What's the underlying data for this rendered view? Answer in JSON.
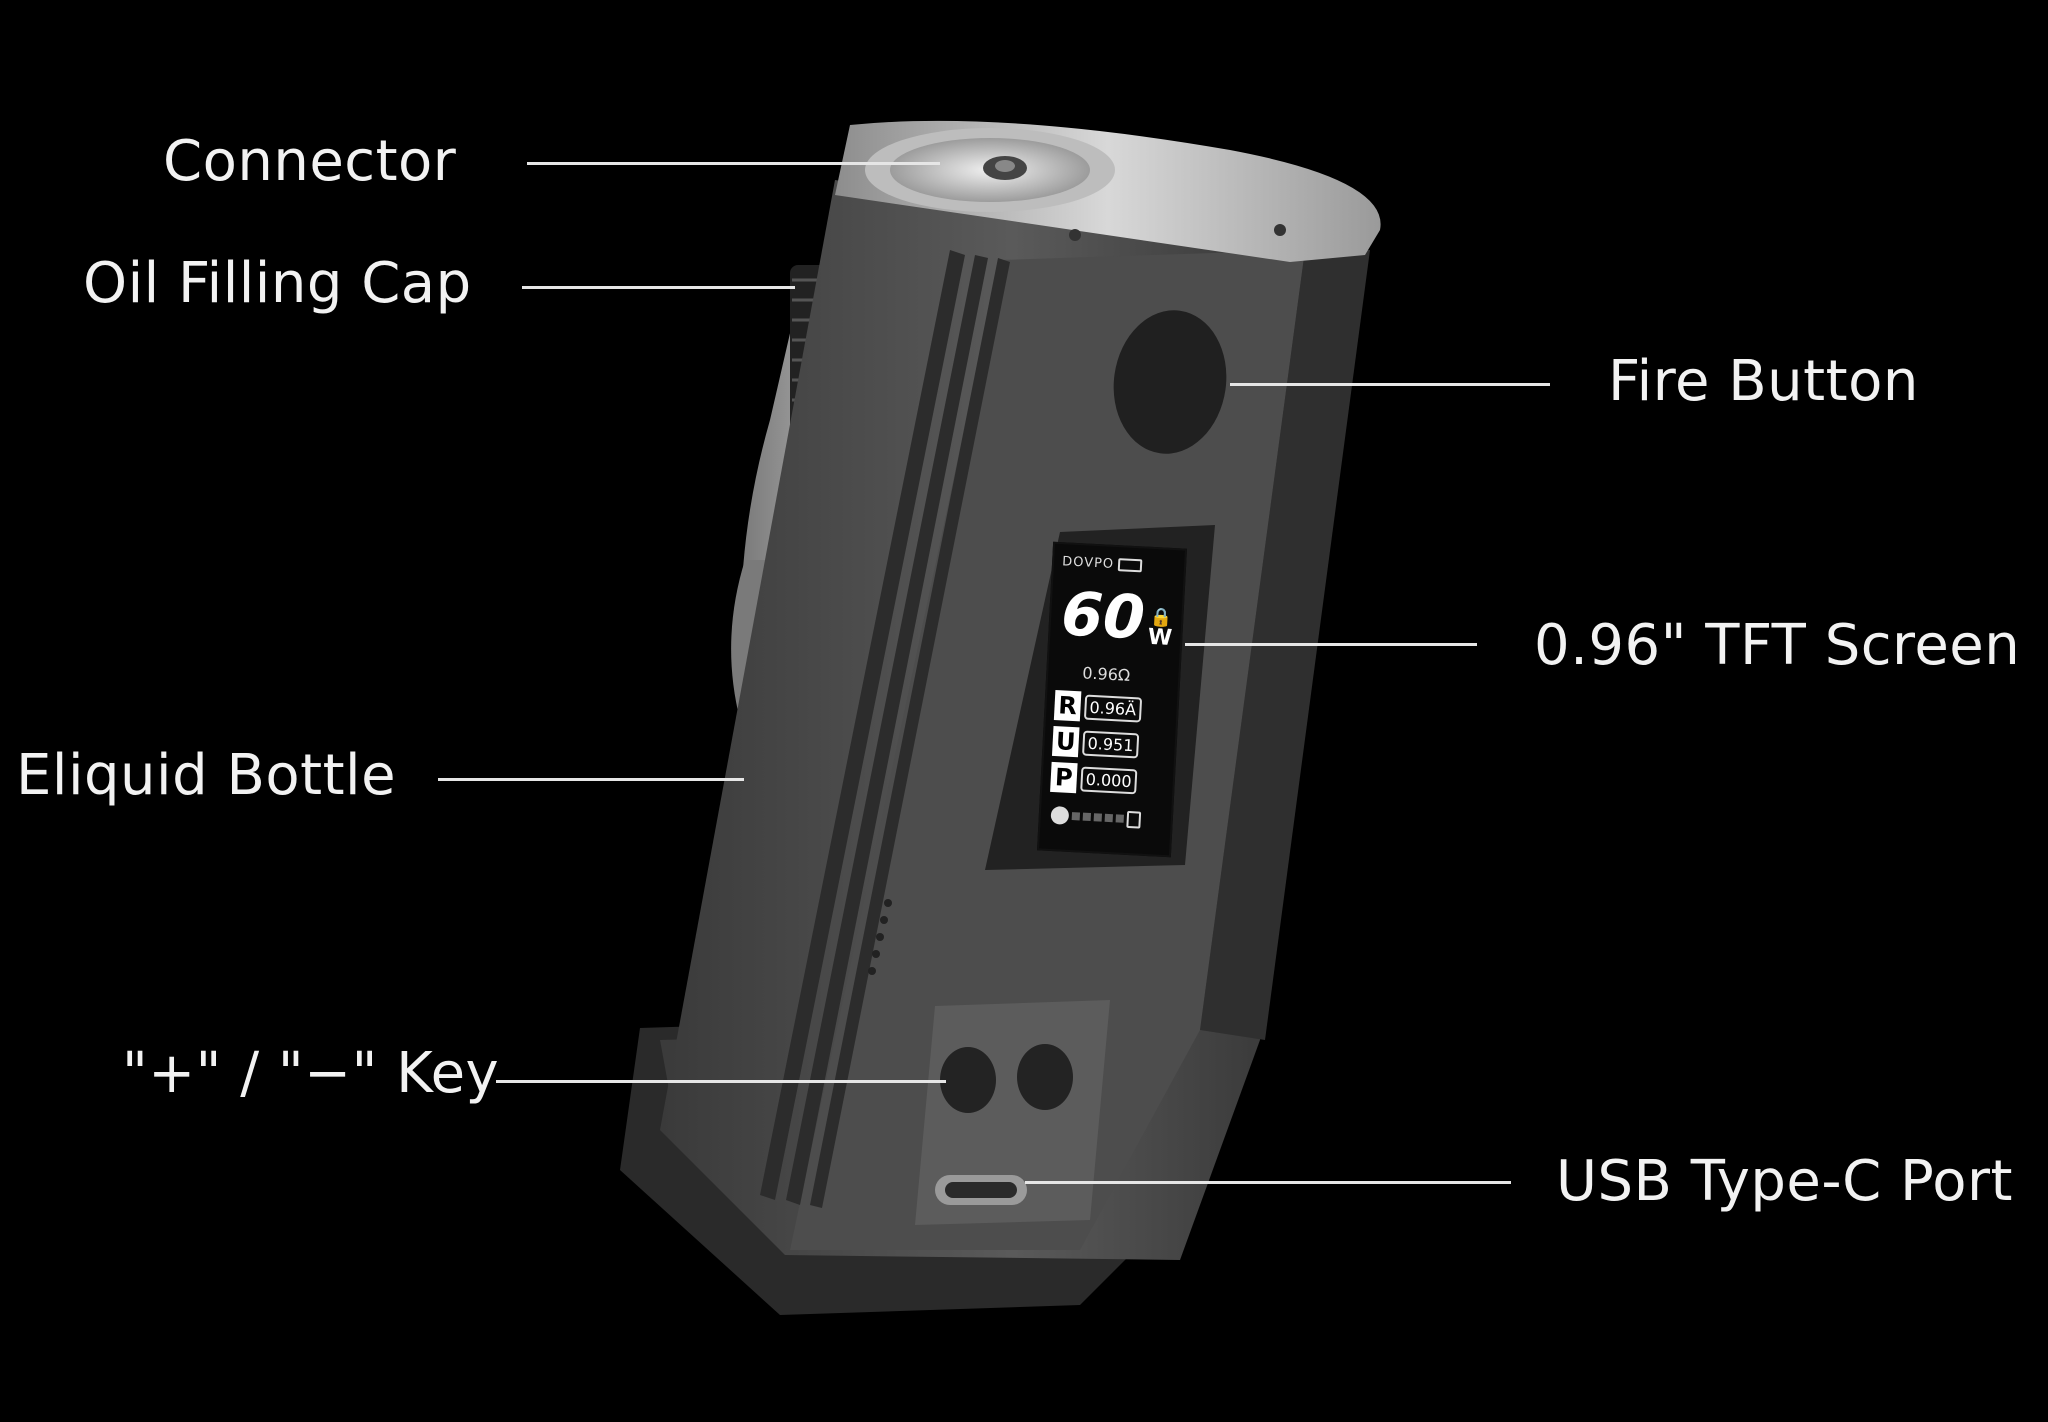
{
  "colors": {
    "background": "#000000",
    "label": "#f2f2f2",
    "leader_line": "#e6e6e6",
    "body_main": "#4a4a4a",
    "body_dark": "#2b2b2b",
    "screen_bg": "#0a0a0a"
  },
  "labels": {
    "connector": "Connector",
    "oil_filling_cap": "Oil Filling Cap",
    "fire_button": "Fire Button",
    "tft_screen": "0.96\" TFT Screen",
    "eliquid_bottle": "Eliquid Bottle",
    "plus_minus_key": "\"+\" / \"−\" Key",
    "usb_port": "USB Type-C Port"
  },
  "screen": {
    "brand": "DOVPO",
    "wattage": "60",
    "unit": "W",
    "resistance_small": "0.96Ω",
    "rows": [
      {
        "key": "R",
        "value": "0.96Ä"
      },
      {
        "key": "U",
        "value": "0.951"
      },
      {
        "key": "P",
        "value": "0.000"
      }
    ]
  }
}
